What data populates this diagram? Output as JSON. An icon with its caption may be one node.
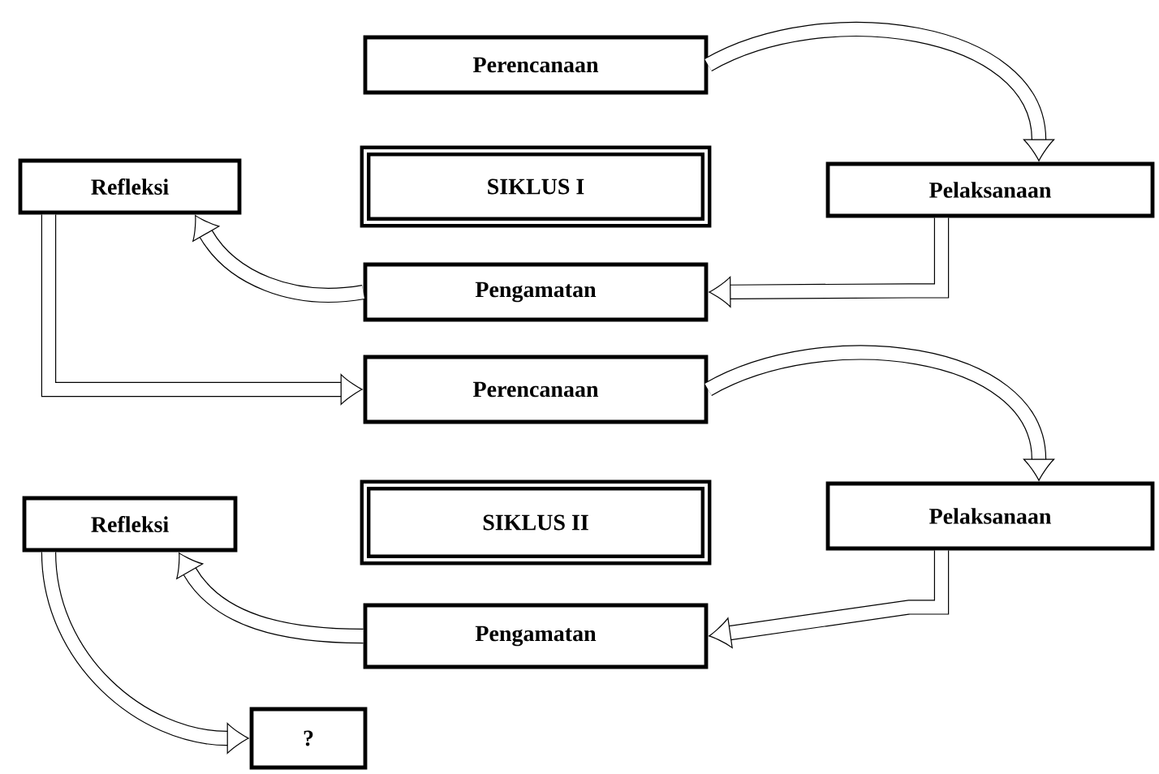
{
  "diagram": {
    "nodes": [
      {
        "text": [
          "Perencanaan"
        ]
      },
      {
        "text": [
          "SIKLUS I"
        ]
      },
      {
        "text": [
          "Refleksi"
        ]
      },
      {
        "text": [
          "Pelaksanaan"
        ]
      },
      {
        "text": [
          "Pengamatan"
        ]
      },
      {
        "text": [
          "Perencanaan"
        ]
      },
      {
        "text": [
          "SIKLUS II"
        ]
      },
      {
        "text": [
          "Refleksi"
        ]
      },
      {
        "text": [
          "Pelaksanaan"
        ]
      },
      {
        "text": [
          "Pengamatan"
        ]
      },
      {
        "text": [
          "?"
        ]
      }
    ],
    "edges": [
      {
        "from": 0,
        "to": 3,
        "arrow": "to"
      },
      {
        "from": 3,
        "to": 4,
        "arrow": "to"
      },
      {
        "from": 4,
        "to": 2,
        "arrow": "to"
      },
      {
        "from": 2,
        "to": 5,
        "arrow": "to"
      },
      {
        "from": 5,
        "to": 8,
        "arrow": "to"
      },
      {
        "from": 8,
        "to": 9,
        "arrow": "to"
      },
      {
        "from": 9,
        "to": 7,
        "arrow": "to"
      },
      {
        "from": 7,
        "to": 10,
        "arrow": "to"
      }
    ]
  }
}
